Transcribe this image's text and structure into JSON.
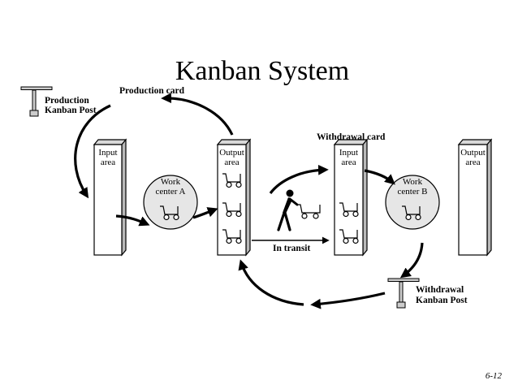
{
  "title": "Kanban System",
  "page_number": "6-12",
  "labels": {
    "production_post": [
      "Production",
      "Kanban Post"
    ],
    "production_card": "Production card",
    "withdrawal_card": "Withdrawal card",
    "in_transit": "In transit",
    "withdrawal_post": [
      "Withdrawal",
      "Kanban Post"
    ]
  },
  "stations": [
    {
      "id": "input-a",
      "lines": [
        "Input",
        "area"
      ]
    },
    {
      "id": "output-a",
      "lines": [
        "Output",
        "area"
      ]
    },
    {
      "id": "input-b",
      "lines": [
        "Input",
        "area"
      ]
    },
    {
      "id": "output-b",
      "lines": [
        "Output",
        "area"
      ]
    }
  ],
  "work_centers": [
    {
      "id": "a",
      "lines": [
        "Work",
        "center A"
      ]
    },
    {
      "id": "b",
      "lines": [
        "Work",
        "center B"
      ]
    }
  ]
}
